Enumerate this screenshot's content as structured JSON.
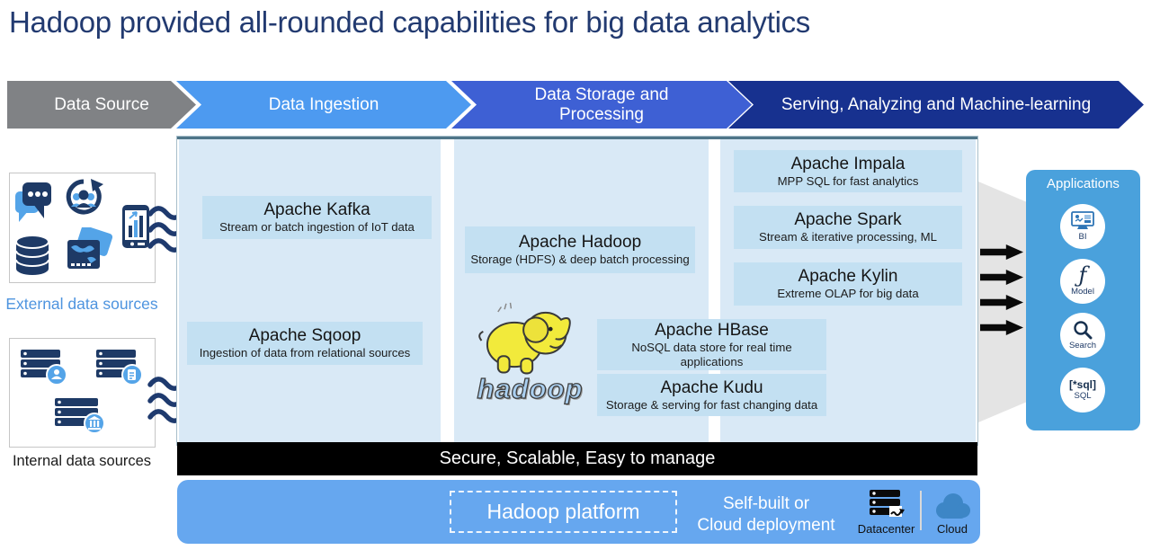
{
  "title": "Hadoop provided all-rounded capabilities for big data analytics",
  "banner": {
    "stages": [
      {
        "label": "Data Source"
      },
      {
        "label": "Data Ingestion"
      },
      {
        "label": "Data Storage and Processing"
      },
      {
        "label": "Serving, Analyzing and Machine-learning"
      }
    ]
  },
  "sources": {
    "external": {
      "label": "External data sources",
      "icons": [
        "chat-icon",
        "sync-users-icon",
        "mobile-analytics-icon",
        "database-icon",
        "payment-map-icon",
        "wavy-flow-arrows-icon"
      ]
    },
    "internal": {
      "label": "Internal data sources",
      "icons": [
        "server-users-icon",
        "server-report-icon",
        "server-bank-icon",
        "wavy-flow-arrows-icon"
      ]
    }
  },
  "platform": {
    "components": {
      "kafka": {
        "title": "Apache Kafka",
        "subtitle": "Stream or batch ingestion of IoT data"
      },
      "sqoop": {
        "title": "Apache Sqoop",
        "subtitle": "Ingestion of data from relational sources"
      },
      "hadoop": {
        "title": "Apache Hadoop",
        "subtitle": "Storage (HDFS) & deep batch processing"
      },
      "impala": {
        "title": "Apache Impala",
        "subtitle": "MPP SQL for fast analytics"
      },
      "spark": {
        "title": "Apache Spark",
        "subtitle": "Stream & iterative processing, ML"
      },
      "kylin": {
        "title": "Apache Kylin",
        "subtitle": "Extreme OLAP for big data"
      },
      "hbase": {
        "title": "Apache HBase",
        "subtitle": "NoSQL data store for real time applications"
      },
      "kudu": {
        "title": "Apache Kudu",
        "subtitle": "Storage & serving for fast changing data"
      }
    },
    "logo_word": "hadoop",
    "secure_bar": "Secure, Scalable, Easy to manage",
    "footer": {
      "platform_label": "Hadoop platform",
      "deployment_line1": "Self-built or",
      "deployment_line2": "Cloud deployment",
      "datacenter_label": "Datacenter",
      "cloud_label": "Cloud"
    }
  },
  "applications": {
    "title": "Applications",
    "function_glyph": "ƒ",
    "sql_glyph": "[*sql]",
    "items": [
      {
        "label": "BI",
        "icon": "bi-monitor-icon"
      },
      {
        "label": "Model",
        "icon": "function-icon"
      },
      {
        "label": "Search",
        "icon": "search-icon"
      },
      {
        "label": "SQL",
        "icon": "sql-icon"
      }
    ]
  },
  "colors": {
    "title_text": "#223A70",
    "stage_gray": "#808285",
    "stage_light_blue": "#4D9AF0",
    "stage_royal_blue": "#3E60D4",
    "stage_navy": "#17318F",
    "panel_bg": "#D9E9F6",
    "component_box": "#C3E0F2",
    "footer_blue": "#66A7EF",
    "applications_blue": "#4AA1DC",
    "icon_navy": "#1E3A66",
    "icon_blue": "#54A4E8",
    "external_label_blue": "#4E94DF",
    "secure_bar_bg": "#000000"
  }
}
